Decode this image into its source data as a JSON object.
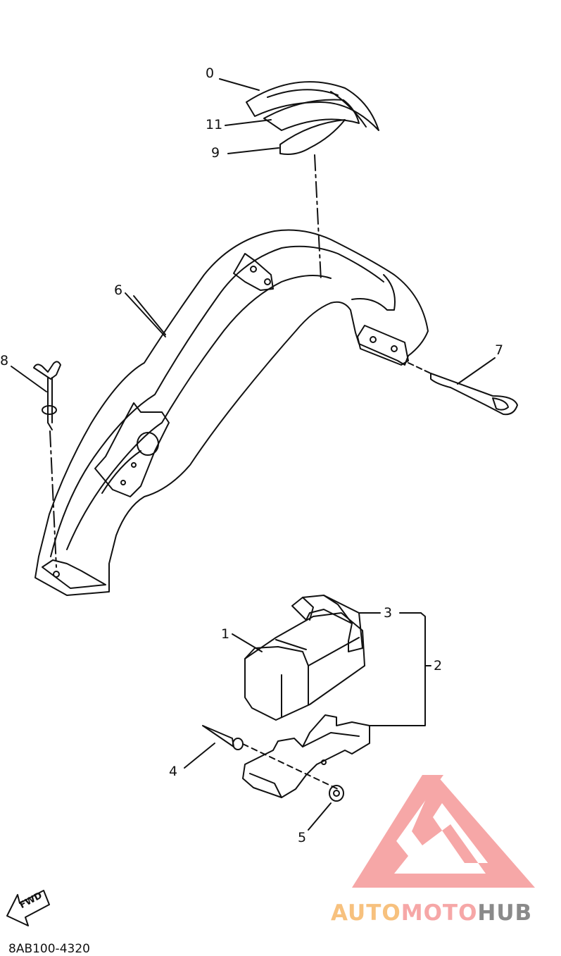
{
  "diagram": {
    "callouts": [
      "0",
      "11",
      "9",
      "6",
      "8",
      "7",
      "3",
      "1",
      "2",
      "4",
      "5"
    ],
    "fwd_label": "FWD",
    "part_code": "8AB100-4320"
  },
  "watermark": {
    "part1": "AUTO",
    "part2": "MOTO",
    "part3": "HUB",
    "colors": {
      "auto": "#f7c17e",
      "moto": "#f6a7a7",
      "hub": "#8a8a8a",
      "logo": "#f6a7a7"
    }
  }
}
